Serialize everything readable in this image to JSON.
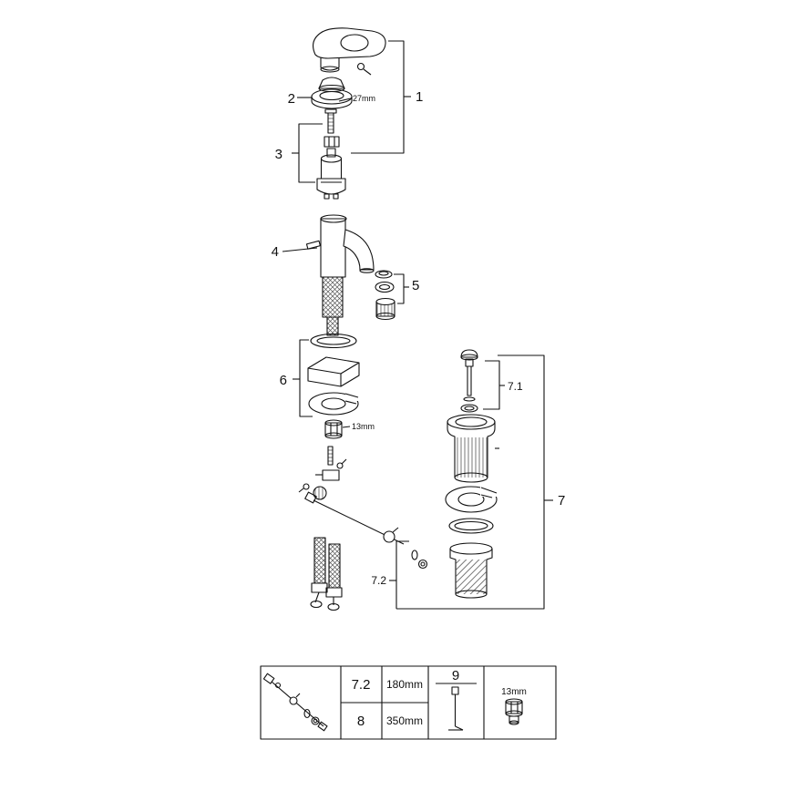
{
  "callouts": {
    "c1": "1",
    "c2": "2",
    "c3": "3",
    "c4": "4",
    "c5": "5",
    "c6": "6",
    "c7": "7",
    "c7_1": "7.1",
    "c7_2": "7.2"
  },
  "dimensions": {
    "ring": "27mm",
    "nut": "13mm"
  },
  "parts_table": {
    "rows": [
      {
        "ref": "7.2",
        "length": "180mm"
      },
      {
        "ref": "8",
        "length": "350mm"
      }
    ],
    "tool_ref": "9",
    "nut_size": "13mm"
  }
}
